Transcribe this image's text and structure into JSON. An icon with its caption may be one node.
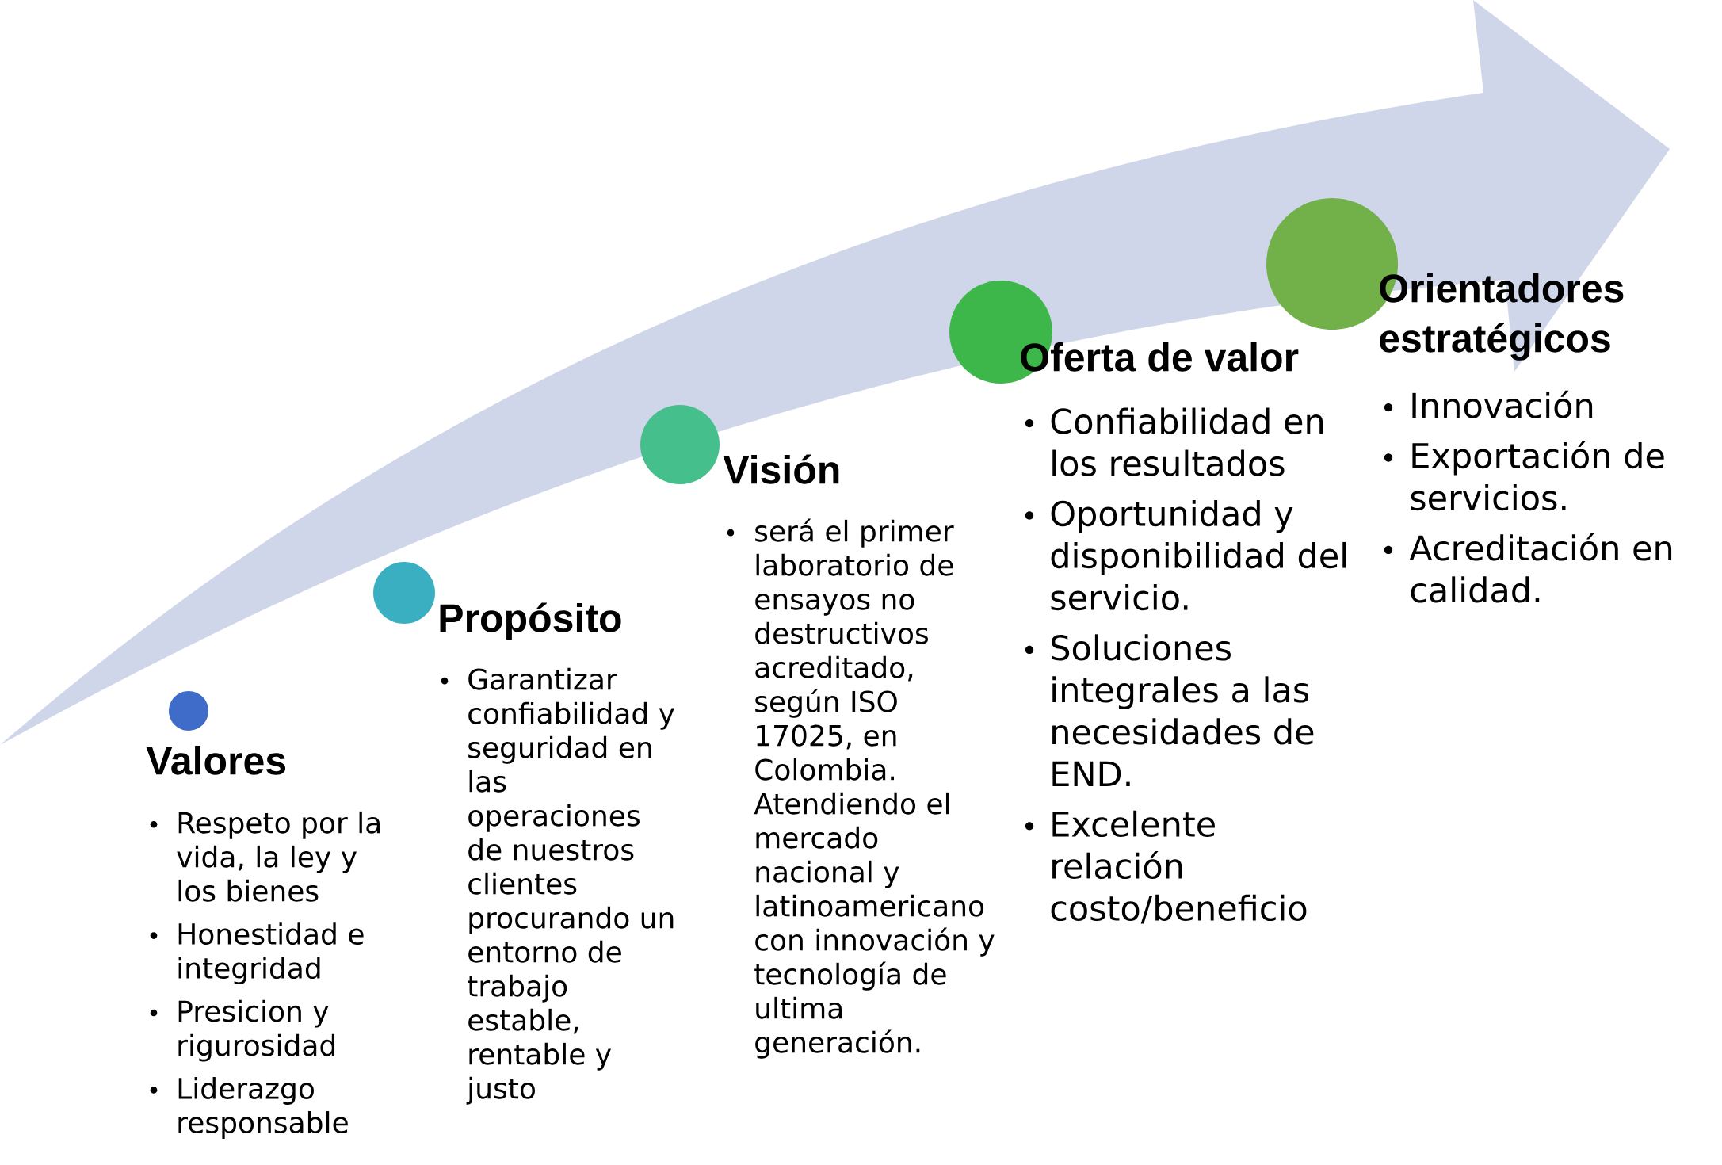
{
  "diagram": {
    "nodes": [
      {
        "text": [],
        "shape": "circle",
        "beside": [
          "Valores",
          "Respeto por la vida, la ley y los bienes",
          "Honestidad e integridad",
          "Presicion y rigurosidad",
          "Liderazgo responsable"
        ]
      },
      {
        "text": [],
        "shape": "circle",
        "beside": [
          "Propósito",
          "Garantizar confiabilidad y seguridad en las operaciones de nuestros clientes procurando un entorno de trabajo estable, rentable y justo"
        ]
      },
      {
        "text": [],
        "shape": "circle",
        "beside": [
          "Visión",
          "será el primer laboratorio de ensayos no destructivos acreditado, según ISO 17025, en Colombia. Atendiendo el mercado nacional y latinoamericano con innovación y tecnología de ultima generación."
        ]
      },
      {
        "text": [],
        "shape": "circle",
        "beside": [
          "Oferta de valor",
          "Confiabilidad en los resultados",
          "Oportunidad y disponibilidad del servicio.",
          "Soluciones integrales a las necesidades de END.",
          "Excelente relación costo/beneficio"
        ]
      },
      {
        "text": [],
        "shape": "circle",
        "beside": [
          "Orientadores estratégicos",
          "Innovación",
          "Exportación de servicios.",
          "Acreditación en calidad."
        ]
      }
    ]
  }
}
